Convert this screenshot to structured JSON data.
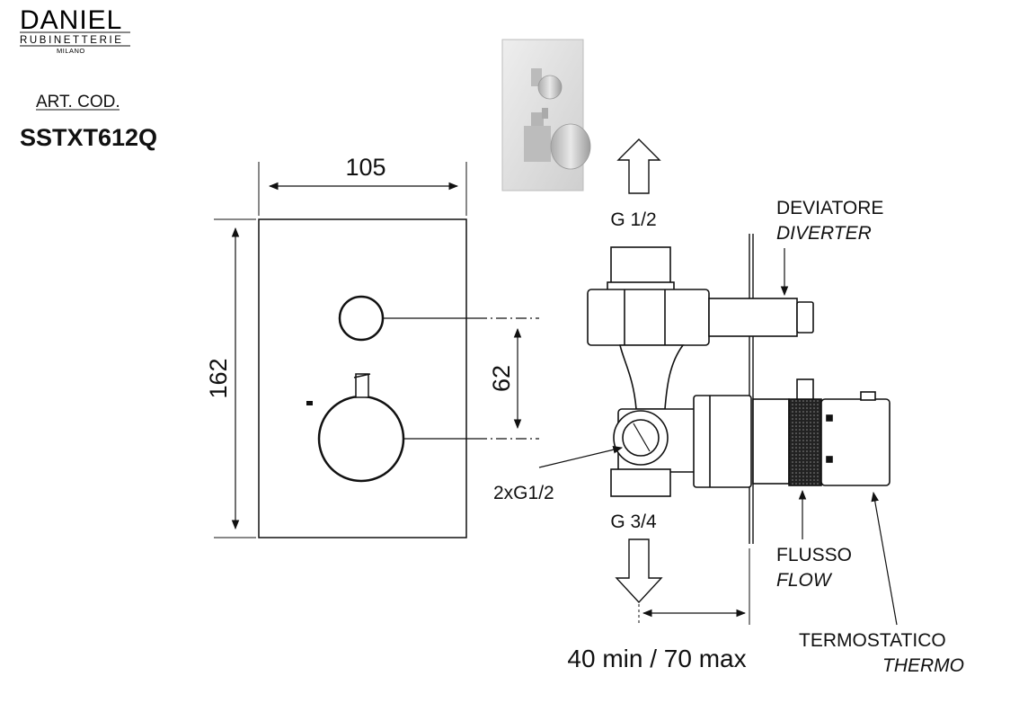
{
  "brand": {
    "name": "DANIEL",
    "sub": "RUBINETTERIE",
    "city": "MILANO"
  },
  "article": {
    "label": "ART. COD.",
    "code": "SSTXT612Q"
  },
  "dimensions": {
    "width": "105",
    "height": "162",
    "spacing": "62",
    "depth": "40 min / 70 max"
  },
  "labels": {
    "outlet_top": "G 1/2",
    "outlet_bottom": "G 3/4",
    "side_connections": "2xG1/2",
    "diverter_it": "DEVIATORE",
    "diverter_en": "DIVERTER",
    "flow_it": "FLUSSO",
    "flow_en": "FLOW",
    "thermo_it": "TERMOSTATICO",
    "thermo_en": "THERMO"
  },
  "colors": {
    "ink": "#111111",
    "photo_plate": "#dcdcdc",
    "photo_knob": "#c4c4c4"
  }
}
